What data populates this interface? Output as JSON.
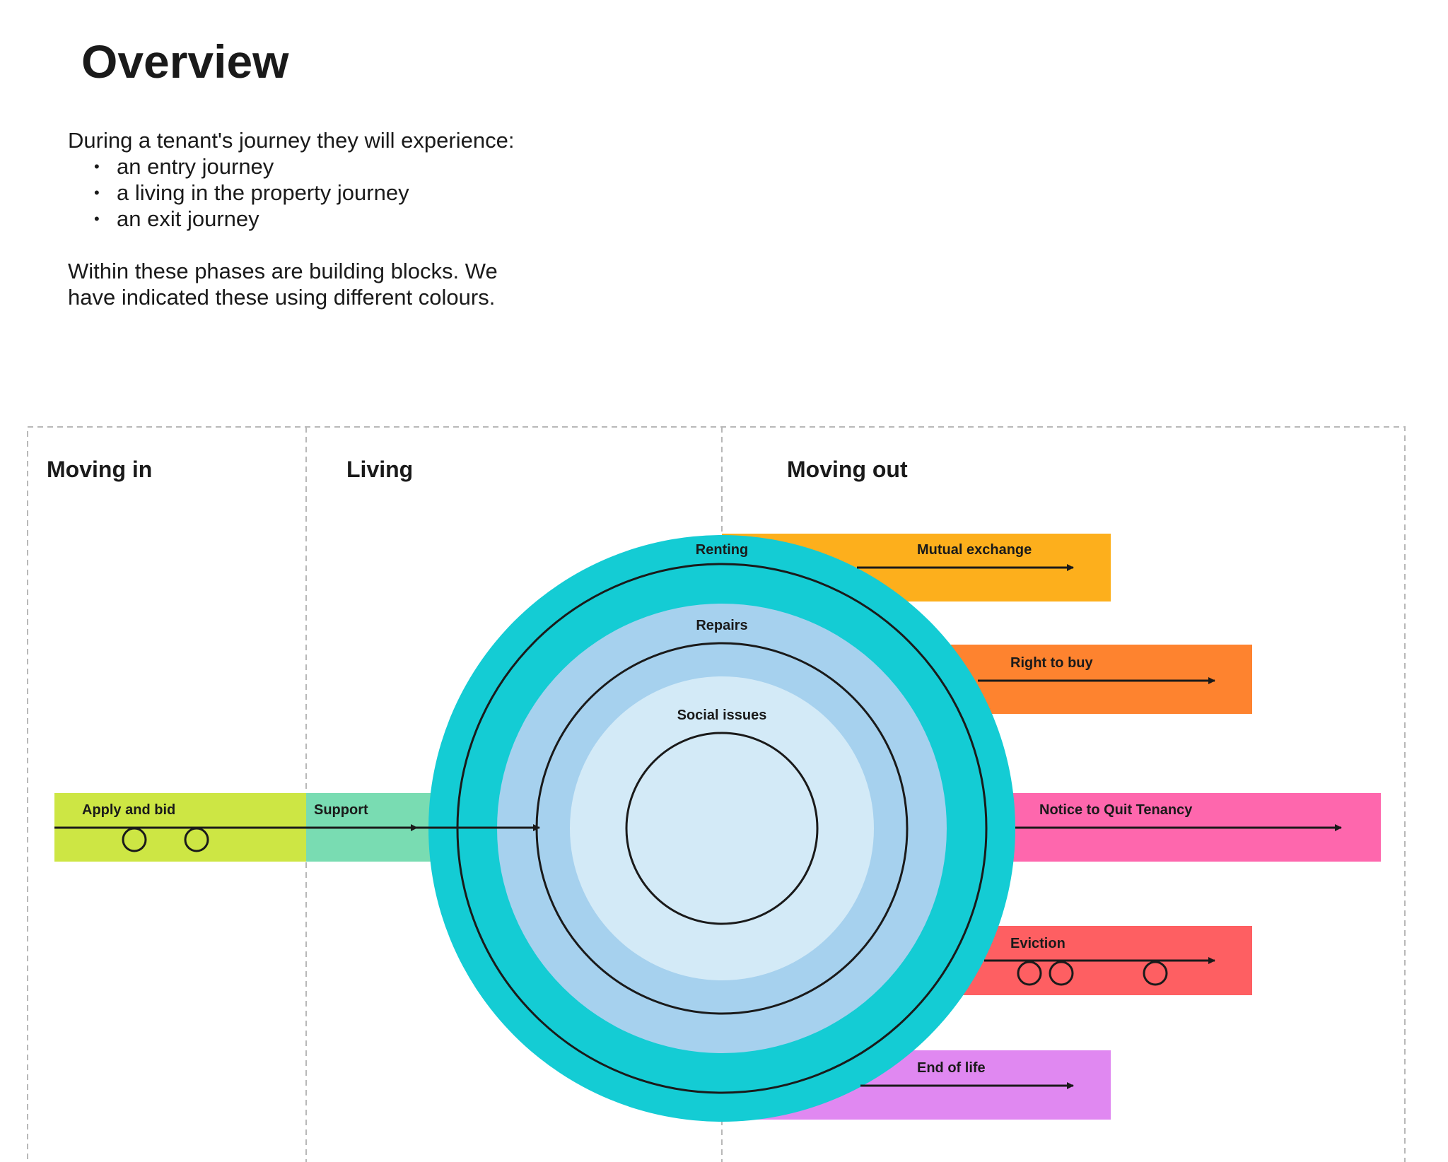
{
  "header": {
    "title": "Overview"
  },
  "intro": {
    "lead": "During a tenant's journey they will experience:",
    "bullet": "•",
    "journeys": [
      "an entry journey",
      "a living in the property journey",
      "an exit journey"
    ],
    "building_blocks_line1": "Within these phases are building blocks. We",
    "building_blocks_line2": "have indicated these using different colours."
  },
  "phases": {
    "moving_in": "Moving in",
    "living": "Living",
    "moving_out": "Moving out"
  },
  "rings": {
    "renting": "Renting",
    "repairs": "Repairs",
    "social_issues": "Social issues"
  },
  "blocks": {
    "apply_and_bid": "Apply and bid",
    "support": "Support",
    "mutual_exchange": "Mutual exchange",
    "right_to_buy": "Right to buy",
    "notice_to_quit": "Notice to Quit Tenancy",
    "eviction": "Eviction",
    "end_of_life": "End of life"
  },
  "colors": {
    "apply_and_bid": "#cde644",
    "support": "#79dcb2",
    "renting": "#14ccd4",
    "repairs": "#a6d1ee",
    "social_issues": "#d3eaf7",
    "mutual_exchange": "#fdaf1c",
    "right_to_buy": "#fe832f",
    "notice_to_quit": "#fe67ad",
    "eviction": "#fe5f62",
    "end_of_life": "#e088f1",
    "line": "#1a1a1a",
    "divider": "#b8b8b8"
  }
}
